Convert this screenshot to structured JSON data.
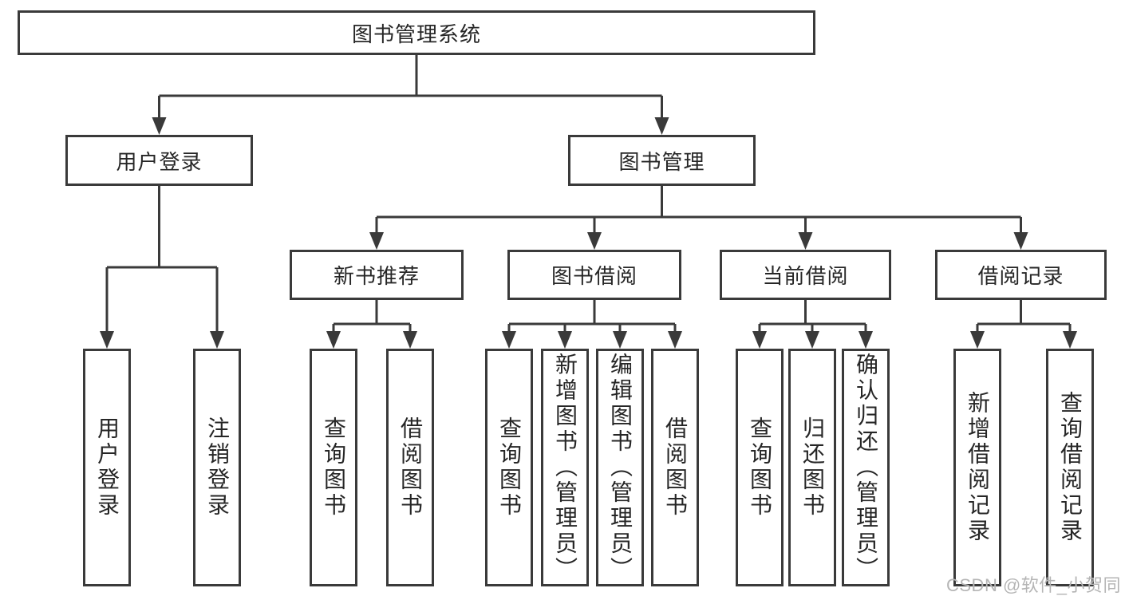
{
  "watermark": "CSDN @软件_小贺同学",
  "colors": {
    "line": "#3a3a3a",
    "text": "#262626",
    "background": "#ffffff",
    "watermark": "#b5b5b5"
  },
  "tree": {
    "label": "图书管理系统",
    "children": [
      {
        "label": "用户登录",
        "children": [
          {
            "label": "用户登录"
          },
          {
            "label": "注销登录"
          }
        ]
      },
      {
        "label": "图书管理",
        "children": [
          {
            "label": "新书推荐",
            "children": [
              {
                "label": "查询图书"
              },
              {
                "label": "借阅图书"
              }
            ]
          },
          {
            "label": "图书借阅",
            "children": [
              {
                "label": "查询图书"
              },
              {
                "label": "新增图书（管理员）"
              },
              {
                "label": "编辑图书（管理员）"
              },
              {
                "label": "借阅图书"
              }
            ]
          },
          {
            "label": "当前借阅",
            "children": [
              {
                "label": "查询图书"
              },
              {
                "label": "归还图书"
              },
              {
                "label": "确认归还（管理员）"
              }
            ]
          },
          {
            "label": "借阅记录",
            "children": [
              {
                "label": "新增借阅记录"
              },
              {
                "label": "查询借阅记录"
              }
            ]
          }
        ]
      }
    ]
  }
}
